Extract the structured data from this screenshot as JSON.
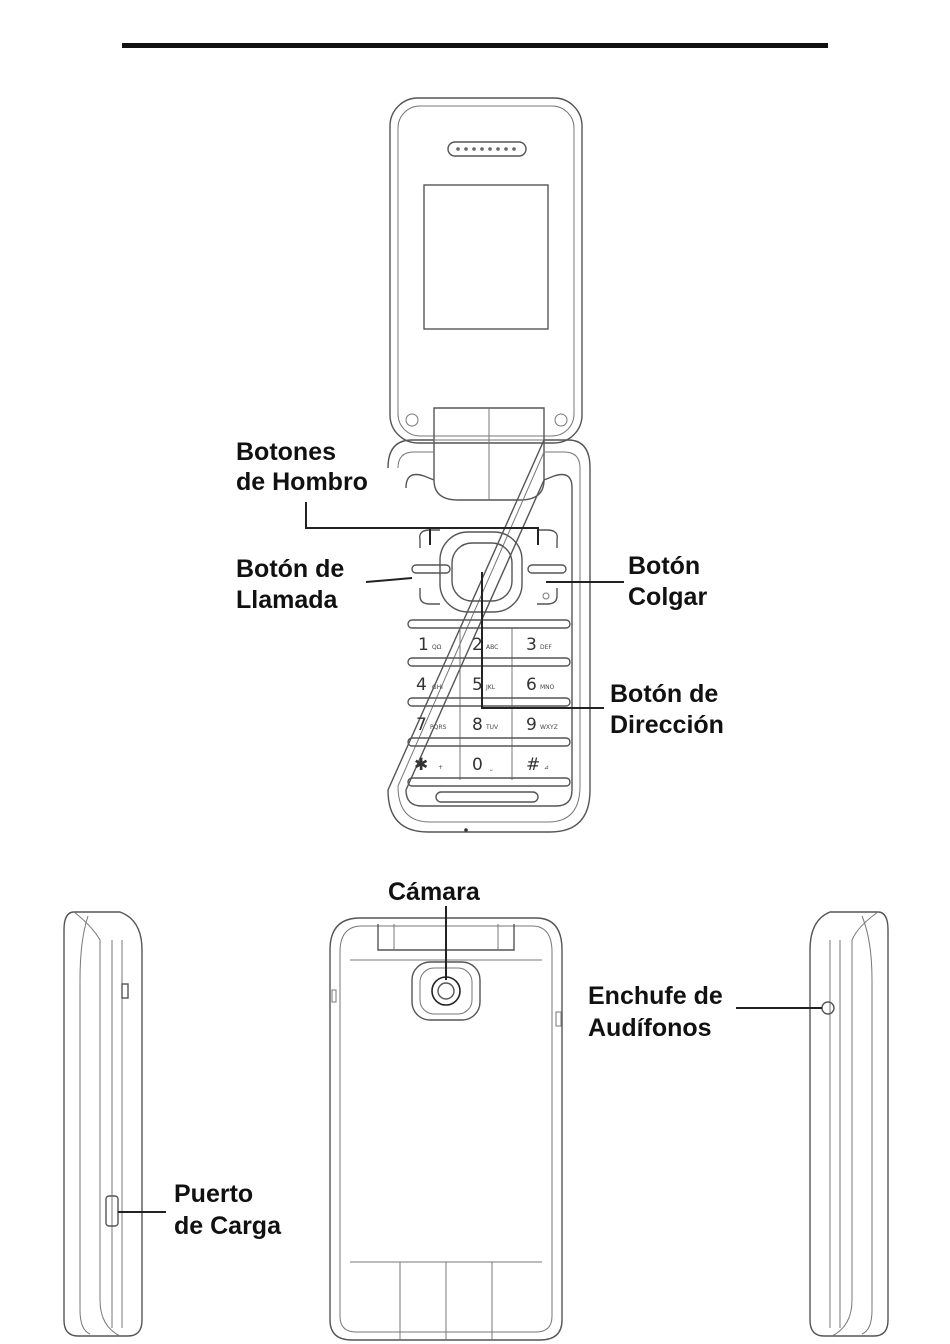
{
  "labels": {
    "shoulder_1": "Botones",
    "shoulder_2": "de Hombro",
    "call_1": "Botón de",
    "call_2": "Llamada",
    "hangup_1": "Botón",
    "hangup_2": "Colgar",
    "direction_1": "Botón de",
    "direction_2": "Dirección",
    "camera": "Cámara",
    "headset_1": "Enchufe de",
    "headset_2": "Audífonos",
    "charge_1": "Puerto",
    "charge_2": "de Carga"
  },
  "keypad": [
    {
      "main": "1",
      "sub": "QΩ"
    },
    {
      "main": "2",
      "sub": "ABC"
    },
    {
      "main": "3",
      "sub": "DEF"
    },
    {
      "main": "4",
      "sub": "GHI"
    },
    {
      "main": "5",
      "sub": "JKL"
    },
    {
      "main": "6",
      "sub": "MNO"
    },
    {
      "main": "7",
      "sub": "PQRS"
    },
    {
      "main": "8",
      "sub": "TUV"
    },
    {
      "main": "9",
      "sub": "WXYZ"
    },
    {
      "main": "✱",
      "sub": "+"
    },
    {
      "main": "0",
      "sub": "⎵"
    },
    {
      "main": "#",
      "sub": "⊿"
    }
  ]
}
